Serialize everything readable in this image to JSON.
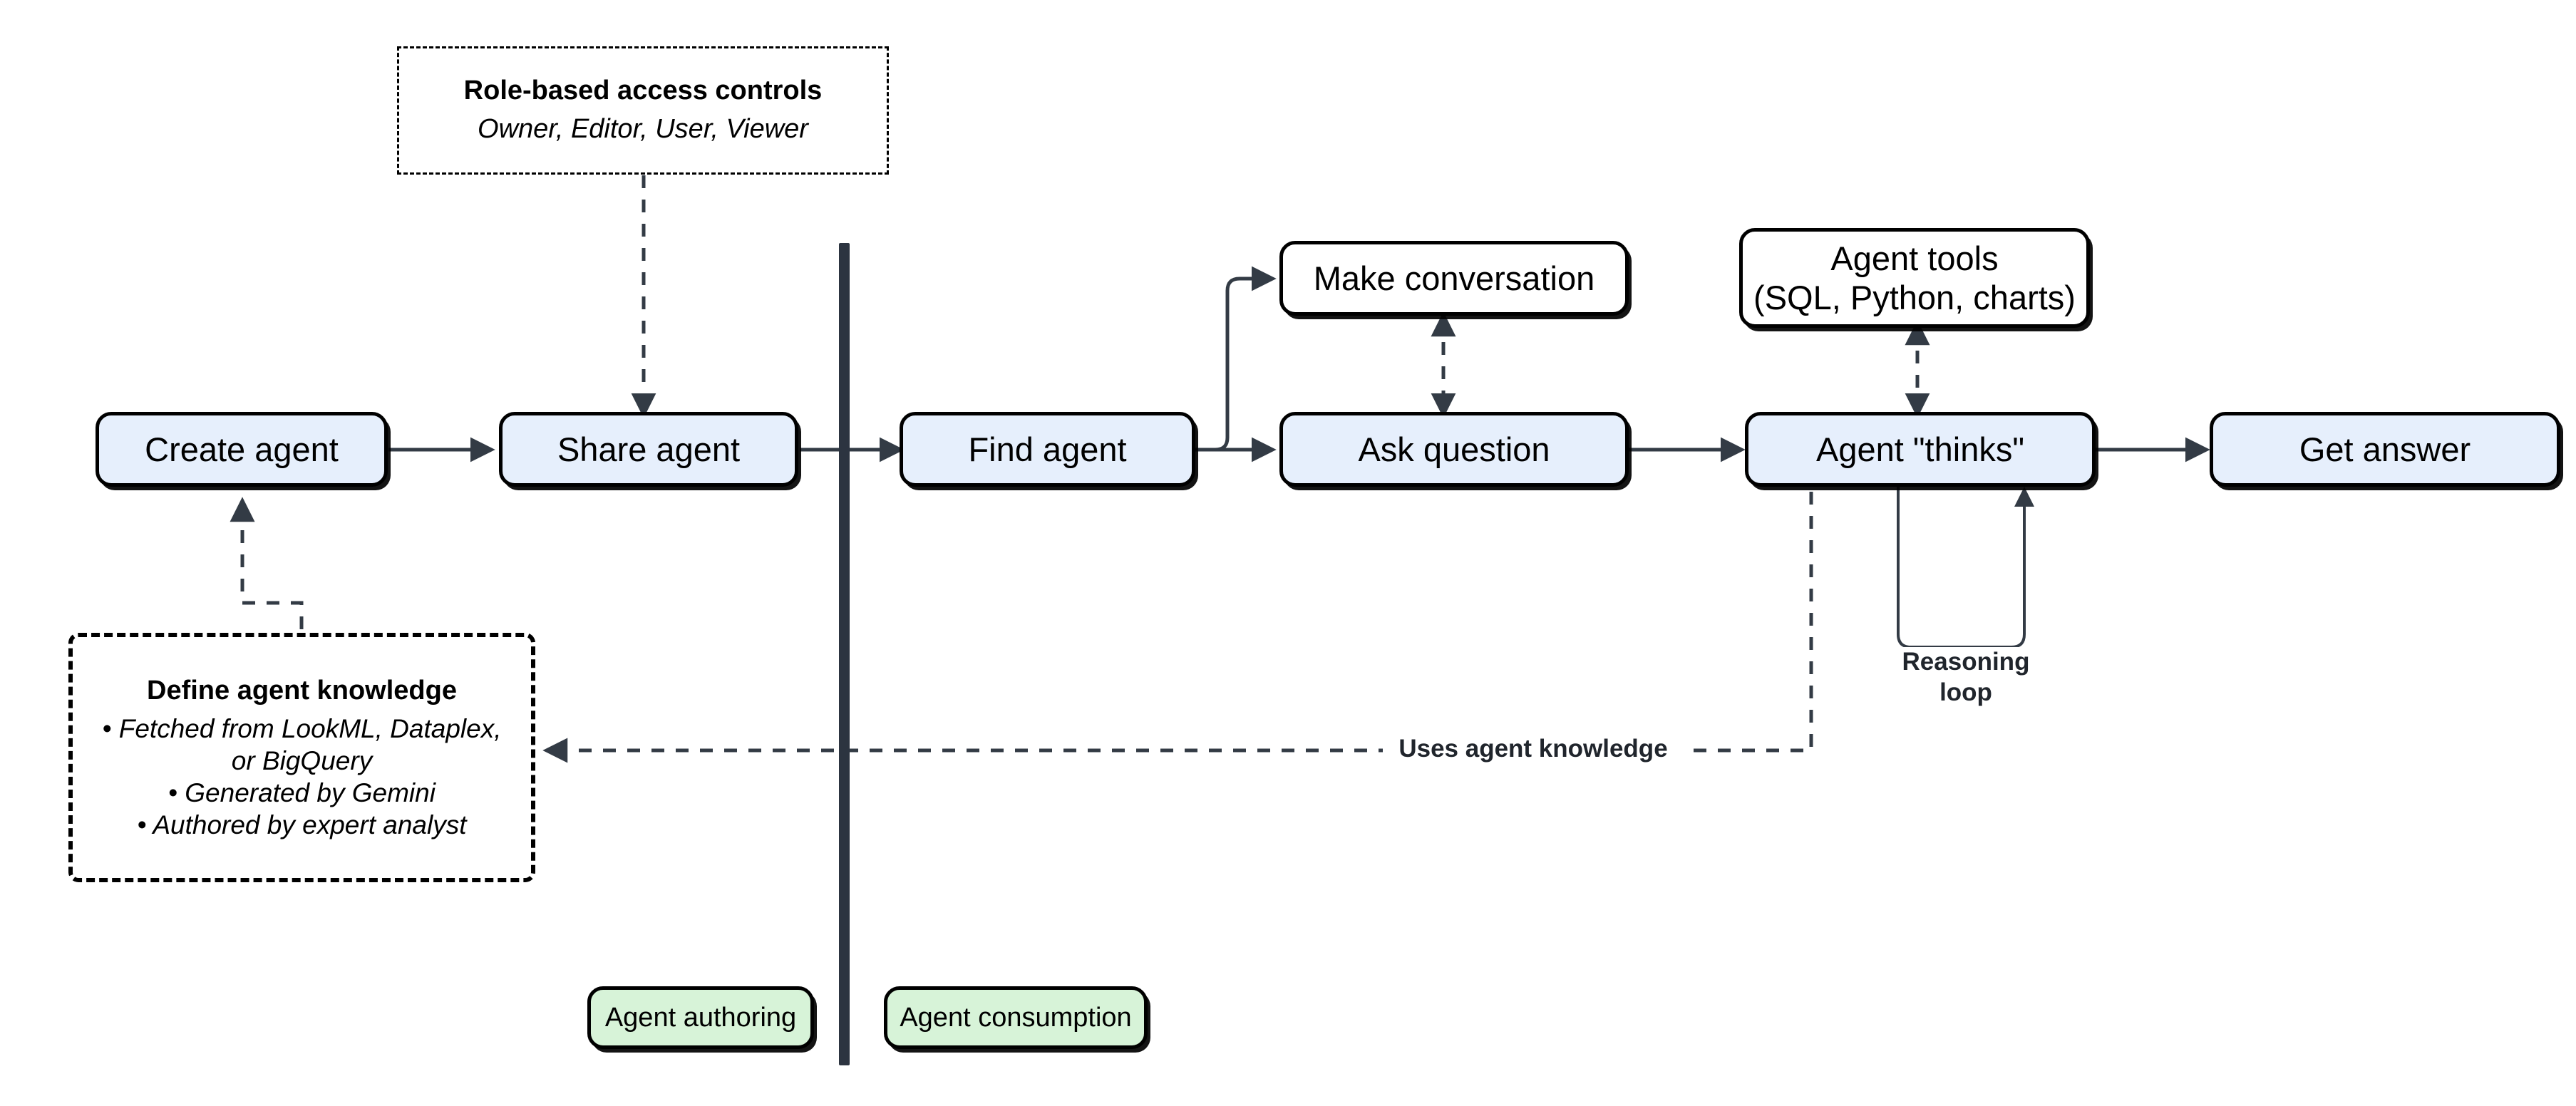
{
  "diagram": {
    "title_context": "Agent authoring and consumption flow",
    "divider": {
      "color": "#2c3440"
    },
    "colors": {
      "process_fill": "#e6effc",
      "tool_fill": "#ffffff",
      "legend_fill": "#d7f3d8",
      "stroke": "#000000",
      "edge_stroke": "#333b45"
    }
  },
  "nodes": {
    "create_agent": {
      "label": "Create agent"
    },
    "share_agent": {
      "label": "Share agent"
    },
    "find_agent": {
      "label": "Find agent"
    },
    "make_conversation": {
      "label": "Make conversation"
    },
    "ask_question": {
      "label": "Ask question"
    },
    "agent_tools": {
      "label": "Agent tools\n(SQL, Python, charts)"
    },
    "agent_thinks": {
      "label": "Agent \"thinks\""
    },
    "get_answer": {
      "label": "Get answer"
    }
  },
  "annotations": {
    "rbac": {
      "title": "Role-based access controls",
      "subtitle": "Owner, Editor, User, Viewer"
    },
    "knowledge": {
      "title": "Define agent knowledge",
      "items": [
        "• Fetched from LookML, Dataplex,",
        "or BigQuery",
        "• Generated by Gemini",
        "• Authored by expert analyst"
      ]
    }
  },
  "edge_labels": {
    "reasoning_loop": "Reasoning\nloop",
    "uses_agent_knowledge": "Uses agent knowledge"
  },
  "legend": {
    "authoring": {
      "label": "Agent authoring"
    },
    "consumption": {
      "label": "Agent consumption"
    }
  }
}
